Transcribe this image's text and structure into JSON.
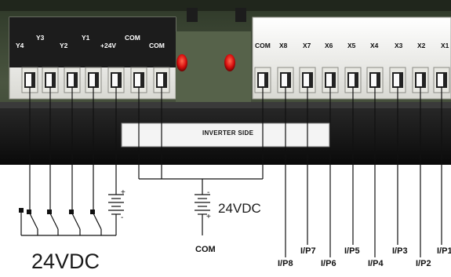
{
  "left_block_labels": [
    "Y4",
    "Y3",
    "Y2",
    "Y1",
    "+24V",
    "COM",
    "COM"
  ],
  "right_block_labels": [
    "COM",
    "X8",
    "X7",
    "X6",
    "X5",
    "X4",
    "X3",
    "X2",
    "X1"
  ],
  "panel_label": "INVERTER SIDE",
  "output_supply_label": "24VDC",
  "input_supply_label": "24VDC",
  "com_label": "COM",
  "input_labels": [
    "I/P8",
    "I/P7",
    "I/P6",
    "I/P5",
    "I/P4",
    "I/P3",
    "I/P2",
    "I/P1"
  ],
  "polarity": {
    "plus": "+",
    "minus": "-"
  },
  "colors": {
    "board": "#3e4a35",
    "terminal_block": "#f2f2ee",
    "led": "#d81010",
    "frame": "#111111",
    "wire": "#111111"
  }
}
